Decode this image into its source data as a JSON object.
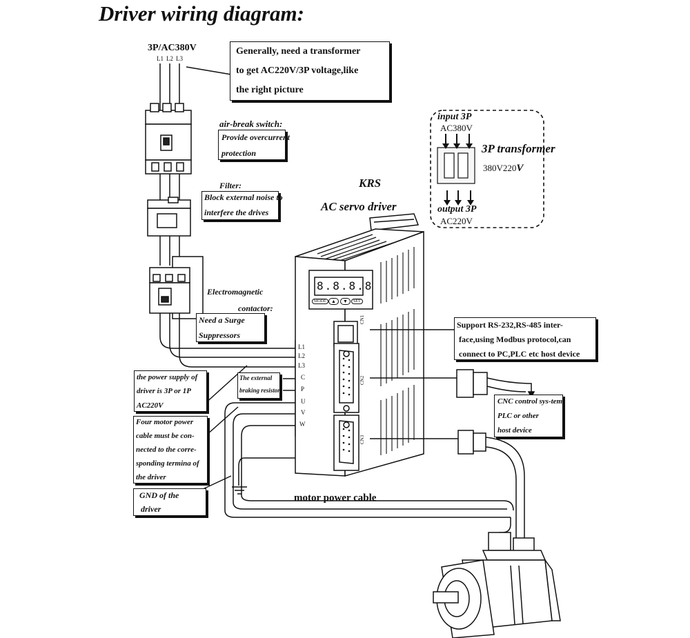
{
  "title": "Driver wiring diagram:",
  "supply": {
    "label": "3P/AC380V",
    "l1": "L1",
    "l2": "L2",
    "l3": "L3"
  },
  "note_transformer": [
    "Generally, need a transformer",
    "to get AC220V/3P voltage,like",
    "the right picture"
  ],
  "airbreak": {
    "title": "air-break switch:",
    "desc": [
      "Provide overcurrent",
      "protection"
    ]
  },
  "filter": {
    "title": "Filter:",
    "desc": [
      "Block external noise to",
      "interfere the drives"
    ]
  },
  "contactor": {
    "title": "Electromagnetic",
    "title2": "contactor:",
    "desc": [
      "Need a Surge",
      "Suppressors"
    ]
  },
  "driver": {
    "brand": "KRS",
    "name": "AC servo driver"
  },
  "transformer": {
    "input": "input 3P",
    "input_v": "AC380V",
    "title": "3P transformer",
    "ratio_a": "380V220",
    "ratio_b": "V",
    "output": "output 3P",
    "output_v": "AC220V"
  },
  "terminals": [
    "L1",
    "L2",
    "L3",
    "C",
    "P",
    "U",
    "V",
    "W"
  ],
  "note_power_supply": [
    "the power supply of",
    "driver is 3P or 1P",
    "AC220V"
  ],
  "note_brake": [
    "The external",
    "braking resistor"
  ],
  "note_motor_cable": [
    "Four motor power",
    "cable must be con-",
    "nected to the corre-",
    "sponding termina of",
    "the driver"
  ],
  "note_gnd": [
    "GND of the",
    "driver"
  ],
  "note_rs232": [
    "Support RS-232,RS-485 inter-",
    "face,using Modbus protocol,can",
    "connect to PC,PLC etc host device"
  ],
  "note_cnc": [
    "CNC control sys-tem,",
    "PLC or other",
    "host device"
  ],
  "motor_cable_label": "motor power cable",
  "ports": [
    "CN1",
    "CN2",
    "CN3"
  ],
  "panel_buttons": [
    "MODE",
    "▲",
    "▼",
    "SET"
  ]
}
